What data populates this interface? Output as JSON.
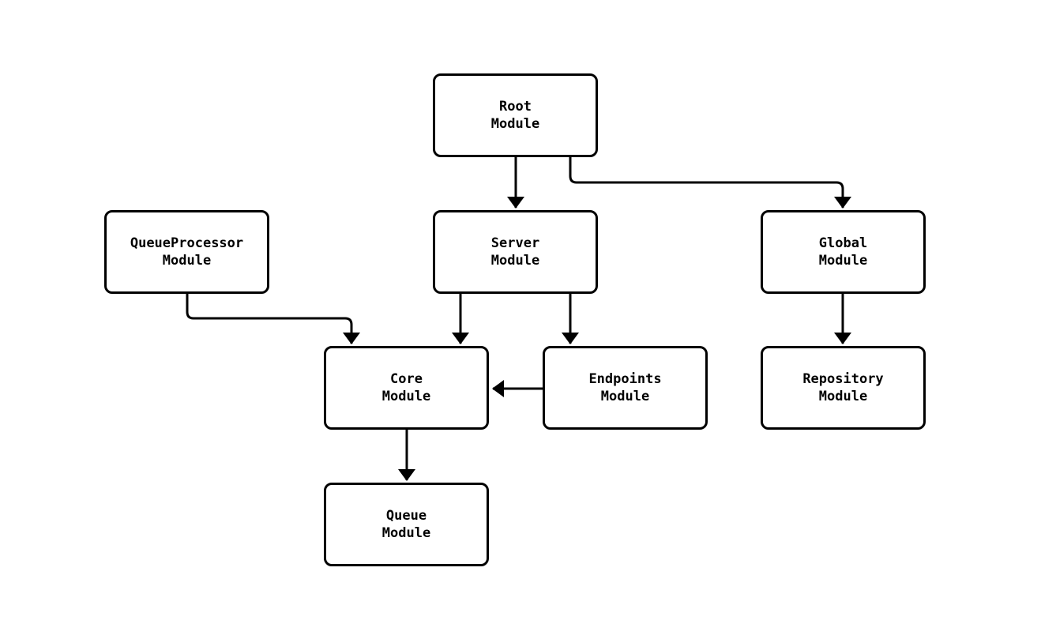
{
  "page": {
    "background_color": "#ffffff"
  },
  "diagram": {
    "stroke_color": "#000000",
    "node_fill_color": "#ffffff",
    "text_color": "#000000",
    "nodes": [
      {
        "id": "root",
        "lines": [
          "Root",
          "Module"
        ]
      },
      {
        "id": "queueprocessor",
        "lines": [
          "QueueProcessor",
          "Module"
        ]
      },
      {
        "id": "server",
        "lines": [
          "Server",
          "Module"
        ]
      },
      {
        "id": "global",
        "lines": [
          "Global",
          "Module"
        ]
      },
      {
        "id": "core",
        "lines": [
          "Core",
          "Module"
        ]
      },
      {
        "id": "endpoints",
        "lines": [
          "Endpoints",
          "Module"
        ]
      },
      {
        "id": "repository",
        "lines": [
          "Repository",
          "Module"
        ]
      },
      {
        "id": "queue",
        "lines": [
          "Queue",
          "Module"
        ]
      }
    ],
    "edges": [
      {
        "from": "root",
        "to": "server"
      },
      {
        "from": "root",
        "to": "global"
      },
      {
        "from": "queueprocessor",
        "to": "core"
      },
      {
        "from": "server",
        "to": "core"
      },
      {
        "from": "server",
        "to": "endpoints"
      },
      {
        "from": "endpoints",
        "to": "core"
      },
      {
        "from": "core",
        "to": "queue"
      },
      {
        "from": "global",
        "to": "repository"
      }
    ]
  }
}
